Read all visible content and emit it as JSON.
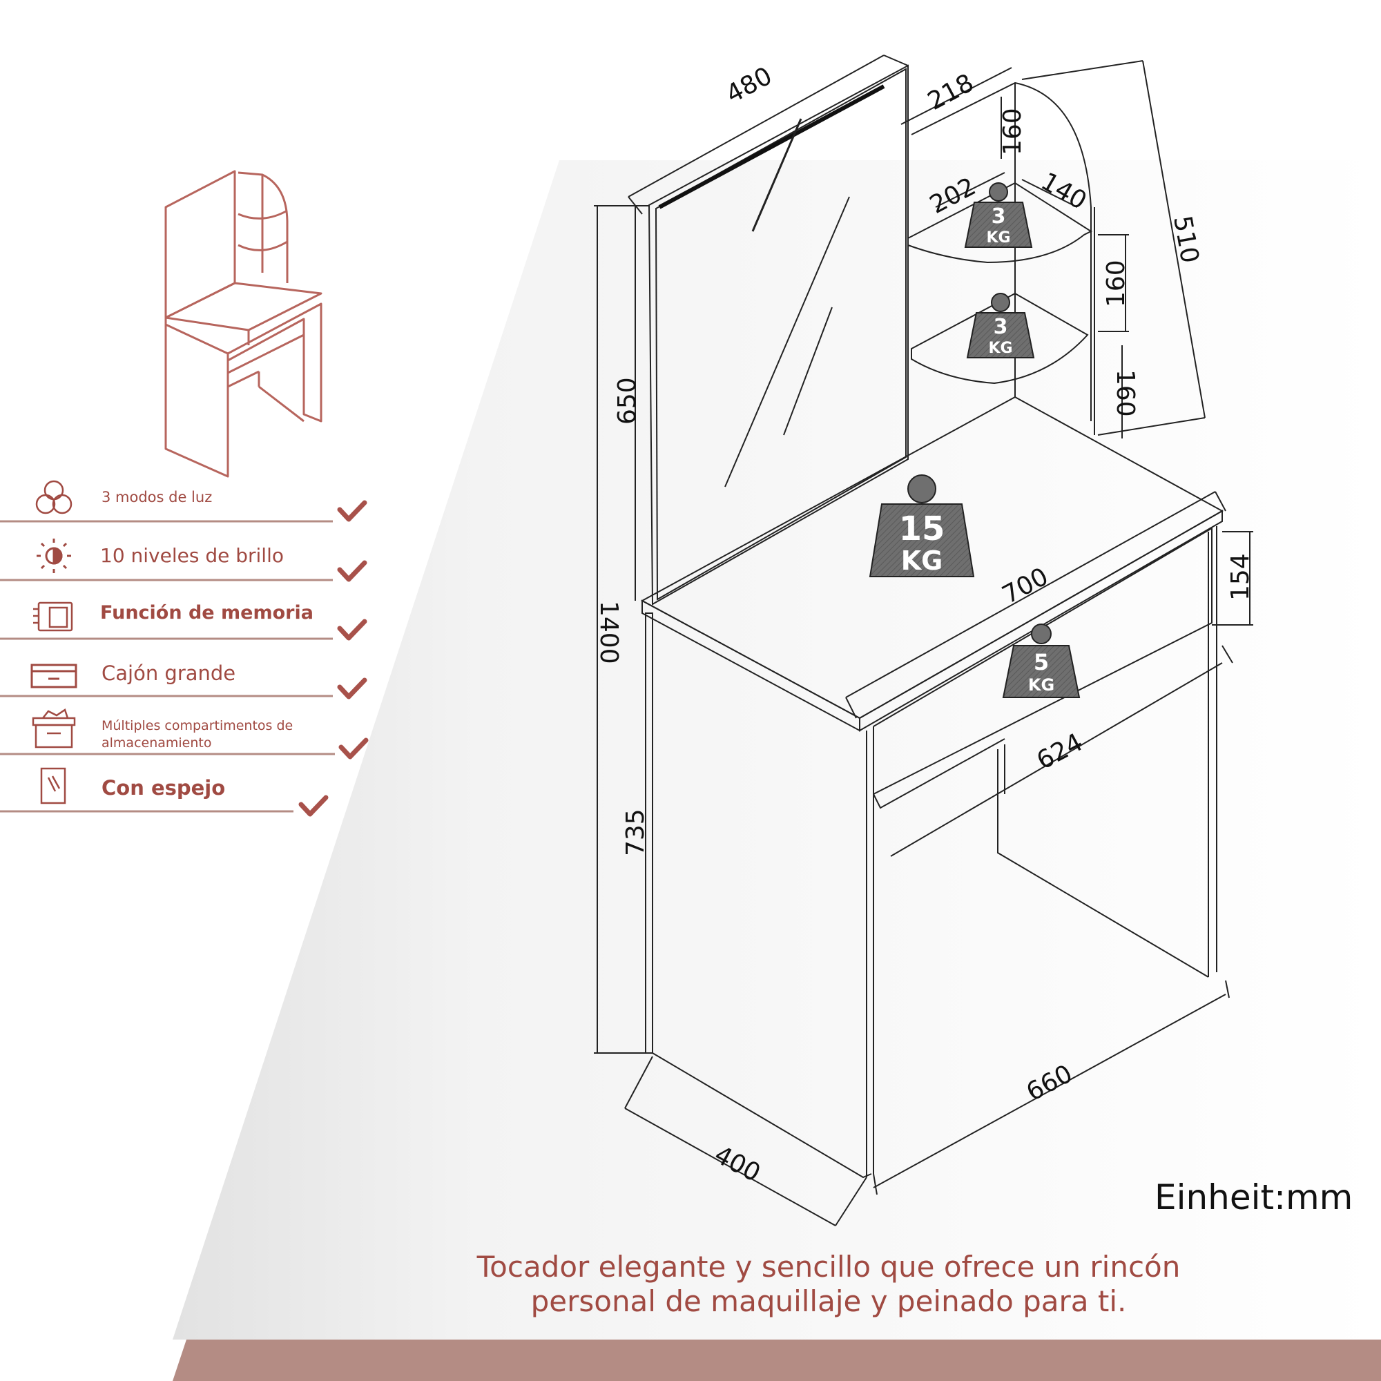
{
  "features": [
    {
      "label": "3 modos de luz",
      "icon": "light-modes-icon"
    },
    {
      "label": "10 niveles de brillo",
      "icon": "brightness-icon"
    },
    {
      "label": "Función de memoria",
      "icon": "memory-icon"
    },
    {
      "label": "Cajón grande",
      "icon": "drawer-icon"
    },
    {
      "label": "Múltiples compartimentos de almacenamiento",
      "label_line1": "Múltiples compartimentos de",
      "label_line2": "almacenamiento",
      "icon": "storage-box-icon"
    },
    {
      "label": "Con espejo",
      "icon": "mirror-icon"
    }
  ],
  "dimensions": {
    "mirror_width": "480",
    "shelf_depth": "218",
    "shelf_gap_top": "160",
    "shelf_width": "202",
    "shelf_depth_side": "140",
    "shelf_height_total": "510",
    "shelf_gap_mid": "160",
    "shelf_gap_bottom": "160",
    "mirror_height": "650",
    "total_height": "1400",
    "table_height": "735",
    "table_width": "700",
    "drawer_height": "154",
    "drawer_width": "624",
    "base_width": "660",
    "depth": "400"
  },
  "weights": [
    {
      "number": "3",
      "unit": "KG"
    },
    {
      "number": "3",
      "unit": "KG"
    },
    {
      "number": "15",
      "unit": "KG"
    },
    {
      "number": "5",
      "unit": "KG"
    }
  ],
  "unit_label": "Einheit:mm",
  "caption": {
    "line1": "Tocador elegante y sencillo que ofrece un rincón",
    "line2": "personal de maquillaje y peinado para ti."
  },
  "colors": {
    "accent": "#a04a42",
    "check": "#a8514a",
    "bottom_band": "#b48c84",
    "weight_fill": "#6f6f6f",
    "shadow": "#ececec"
  }
}
